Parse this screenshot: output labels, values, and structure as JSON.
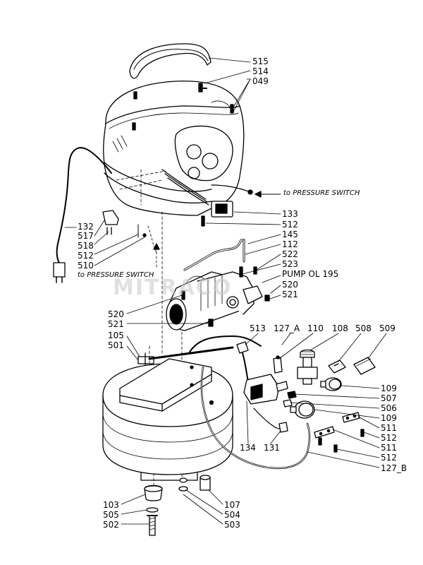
{
  "watermark": "MITRACO",
  "notes": {
    "pressure_switch_upper": "to PRESSURE SWITCH",
    "pressure_switch_lower": "to PRESSURE SWITCH"
  },
  "labels": {
    "p515": "515",
    "p514": "514",
    "p049": "049",
    "p133": "133",
    "p512a": "512",
    "p145": "145",
    "p112": "112",
    "p522": "522",
    "p523": "523",
    "pump": "PUMP OL 195",
    "p520a": "520",
    "p521a": "521",
    "p132": "132",
    "p517": "517",
    "p518": "518",
    "p512b": "512",
    "p510": "510",
    "p520b": "520",
    "p521b": "521",
    "p105": "105",
    "p501": "501",
    "p513": "513",
    "p127a": "127_A",
    "p110": "110",
    "p108": "108",
    "p508": "508",
    "p509": "509",
    "p109a": "109",
    "p507": "507",
    "p506": "506",
    "p109b": "109",
    "p511a": "511",
    "p512c": "512",
    "p511b": "511",
    "p512d": "512",
    "p127b": "127_B",
    "p134": "134",
    "p131": "131",
    "p103": "103",
    "p505": "505",
    "p502": "502",
    "p107": "107",
    "p504": "504",
    "p503": "503"
  }
}
